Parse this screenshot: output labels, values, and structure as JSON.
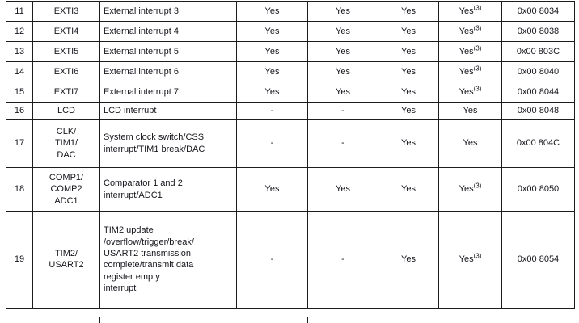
{
  "page": {
    "background": "#ffffff",
    "text_color": "#15151c",
    "border_color": "#1c1c1f"
  },
  "table": {
    "name": "interrupt-vector-table-continued",
    "rows": [
      {
        "irq": "11",
        "source": "EXTI3",
        "description": "External interrupt 3",
        "c4": "Yes",
        "c5": "Yes",
        "c6": "Yes",
        "c7": "Yes",
        "c7_sup": "(3)",
        "address": "0x00 8034"
      },
      {
        "irq": "12",
        "source": "EXTI4",
        "description": "External interrupt 4",
        "c4": "Yes",
        "c5": "Yes",
        "c6": "Yes",
        "c7": "Yes",
        "c7_sup": "(3)",
        "address": "0x00 8038"
      },
      {
        "irq": "13",
        "source": "EXTI5",
        "description": "External interrupt 5",
        "c4": "Yes",
        "c5": "Yes",
        "c6": "Yes",
        "c7": "Yes",
        "c7_sup": "(3)",
        "address": "0x00 803C"
      },
      {
        "irq": "14",
        "source": "EXTI6",
        "description": "External interrupt 6",
        "c4": "Yes",
        "c5": "Yes",
        "c6": "Yes",
        "c7": "Yes",
        "c7_sup": "(3)",
        "address": "0x00 8040"
      },
      {
        "irq": "15",
        "source": "EXTI7",
        "description": "External interrupt 7",
        "c4": "Yes",
        "c5": "Yes",
        "c6": "Yes",
        "c7": "Yes",
        "c7_sup": "(3)",
        "address": "0x00 8044"
      },
      {
        "irq": "16",
        "source": "LCD",
        "description": "LCD interrupt",
        "c4": "-",
        "c5": "-",
        "c6": "Yes",
        "c7": "Yes",
        "address": "0x00 8048"
      },
      {
        "irq": "17",
        "source": "CLK/\nTIM1/\nDAC",
        "description": "System clock switch/CSS\ninterrupt/TIM1 break/DAC",
        "c4": "-",
        "c5": "-",
        "c6": "Yes",
        "c7": "Yes",
        "address": "0x00 804C"
      },
      {
        "irq": "18",
        "source": "COMP1/\nCOMP2\nADC1",
        "description": "Comparator 1 and 2\ninterrupt/ADC1",
        "c4": "Yes",
        "c5": "Yes",
        "c6": "Yes",
        "c7": "Yes",
        "c7_sup": "(3)",
        "address": "0x00 8050"
      },
      {
        "irq": "19",
        "source": "TIM2/\nUSART2",
        "description": "TIM2 update\n/overflow/trigger/break/\nUSART2 transmission\ncomplete/transmit data\nregister empty\ninterrupt",
        "c4": "-",
        "c5": "-",
        "c6": "Yes",
        "c7": "Yes",
        "c7_sup": "(3)",
        "address": "0x00 8054"
      }
    ]
  }
}
